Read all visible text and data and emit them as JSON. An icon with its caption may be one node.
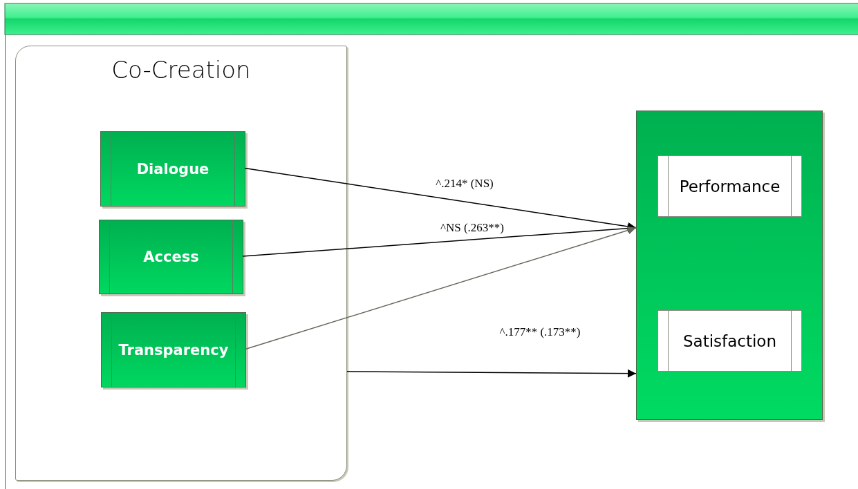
{
  "diagram": {
    "nodes": [
      {
        "text": [
          "Co-Creation"
        ]
      },
      {
        "text": [
          "Dialogue"
        ],
        "in": 0
      },
      {
        "text": [
          "Access"
        ],
        "in": 0
      },
      {
        "text": [
          "Transparency"
        ],
        "in": 0
      },
      {
        "text": [],
        "shape": "box"
      },
      {
        "text": [
          "Performance"
        ],
        "in": 4
      },
      {
        "text": [
          "Satisfaction"
        ],
        "in": 4
      }
    ],
    "edges": [
      {
        "from": 1,
        "to": 4,
        "arrow": "to",
        "label": "^.214* (NS)"
      },
      {
        "from": 2,
        "to": 4,
        "arrow": "to",
        "label": "^NS (.263**)"
      },
      {
        "from": 3,
        "to": 4,
        "arrow": "to",
        "color": "#66685a"
      },
      {
        "from": 0,
        "to": 4,
        "arrow": "to",
        "label": "^.177** (.173**)"
      }
    ]
  }
}
